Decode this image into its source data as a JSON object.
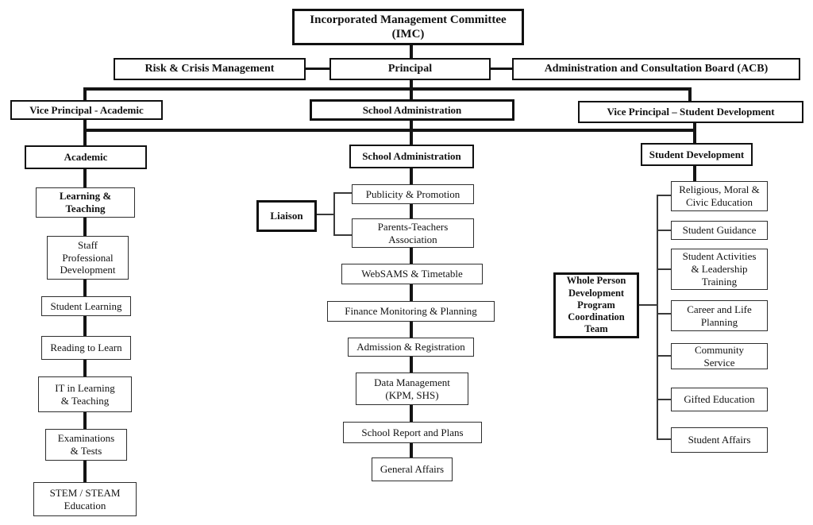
{
  "diagram": {
    "top": {
      "imc": "Incorporated Management Committee\n(IMC)",
      "risk": "Risk & Crisis Management",
      "principal": "Principal",
      "acb": "Administration and Consultation Board (ACB)"
    },
    "level3": {
      "vp_academic": "Vice Principal - Academic",
      "school_administration": "School Administration",
      "vp_student_development": "Vice Principal – Student Development"
    },
    "academic": {
      "header": "Academic",
      "items": [
        "Learning &\nTeaching",
        "Staff\nProfessional\nDevelopment",
        "Student Learning",
        "Reading to Learn",
        "IT in Learning\n& Teaching",
        "Examinations\n& Tests",
        "STEM / STEAM\nEducation"
      ]
    },
    "school_administration": {
      "header": "School Administration",
      "liaison": "Liaison",
      "items": [
        "Publicity & Promotion",
        "Parents-Teachers\nAssociation",
        "WebSAMS & Timetable",
        "Finance Monitoring & Planning",
        "Admission & Registration",
        "Data Management\n(KPM, SHS)",
        "School Report and Plans",
        "General Affairs"
      ]
    },
    "student_development": {
      "header": "Student Development",
      "coordination_team": "Whole Person\nDevelopment\nProgram\nCoordination\nTeam",
      "items": [
        "Religious, Moral &\nCivic Education",
        "Student Guidance",
        "Student Activities\n& Leadership\nTraining",
        "Career and Life\nPlanning",
        "Community\nService",
        "Gifted Education",
        "Student Affairs"
      ]
    }
  }
}
